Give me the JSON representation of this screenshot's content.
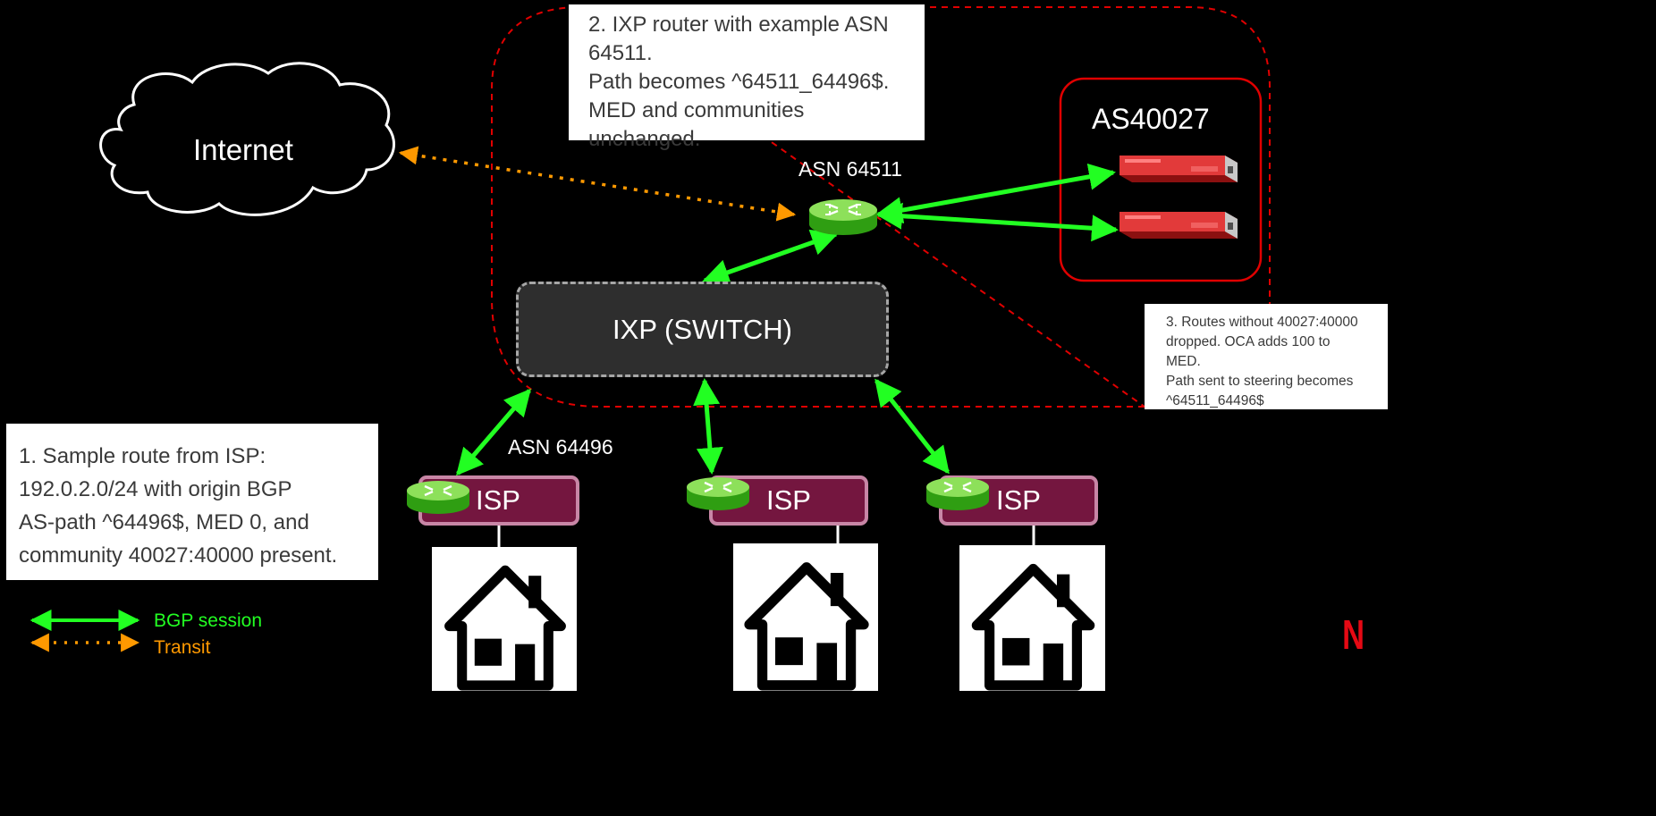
{
  "notes": {
    "ixp_router": [
      "2. IXP router with example ASN",
      "64511.",
      "Path becomes ^64511_64496$.",
      "MED and communities unchanged."
    ],
    "oca_routes": [
      "3. Routes without 40027:40000",
      "dropped. OCA adds 100 to MED.",
      "Path sent to steering becomes",
      "^64511_64496$"
    ],
    "isp_route": [
      "1. Sample route from ISP:",
      "192.0.2.0/24 with origin BGP",
      "AS-path ^64496$, MED 0, and",
      "community 40027:40000 present."
    ]
  },
  "nodes": {
    "internet": "Internet",
    "as_box": "AS40027",
    "ixp_router_asn": "ASN 64511",
    "ixp_switch": "IXP (SWITCH)",
    "isp_asn": "ASN 64496",
    "isps": [
      "ISP",
      "ISP",
      "ISP"
    ]
  },
  "legend": {
    "bgp": "BGP session",
    "transit": "Transit"
  },
  "colors": {
    "bgp_session": "#22ff22",
    "transit": "#ff9900",
    "boundary": "#e00000",
    "isp_fill": "#74163f",
    "logo": "#e50914"
  },
  "icons": [
    "cloud-icon",
    "router-icon",
    "server-icon",
    "house-icon",
    "netflix-logo-icon"
  ],
  "logo_text": "N"
}
